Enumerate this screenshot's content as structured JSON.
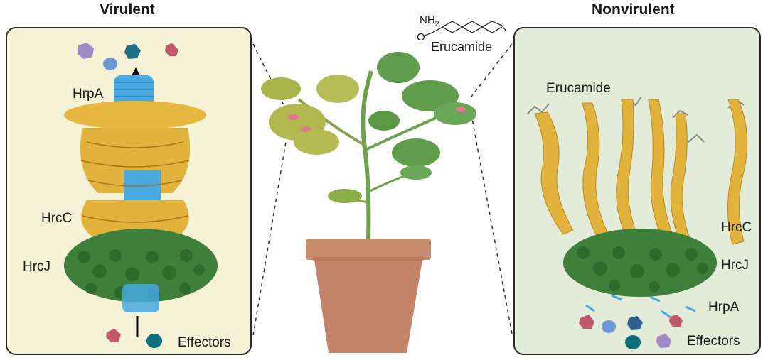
{
  "titles": {
    "left": "Virulent",
    "right": "Nonvirulent"
  },
  "left_panel": {
    "hrpa": "HrpA",
    "hrcc": "HrcC",
    "hrcj": "HrcJ",
    "effectors": "Effectors"
  },
  "right_panel": {
    "erucamide": "Erucamide",
    "hrcc": "HrcC",
    "hrcj": "HrcJ",
    "hrpa": "HrpA",
    "effectors": "Effectors"
  },
  "molecule": {
    "amine": "NH",
    "amine_sub": "2",
    "oxygen": "O",
    "name": "Erucamide"
  },
  "colors": {
    "left_bg": "#f6f2d6",
    "right_bg": "#e2ecd8",
    "hrcc_gold": "#e2b33c",
    "hrcj_green": "#3f7f3c",
    "hrpa_blue": "#47a9e0",
    "pot": "#c98b6b",
    "leaf_yellow": "#b2b84e",
    "leaf_green": "#5f9c4c"
  }
}
